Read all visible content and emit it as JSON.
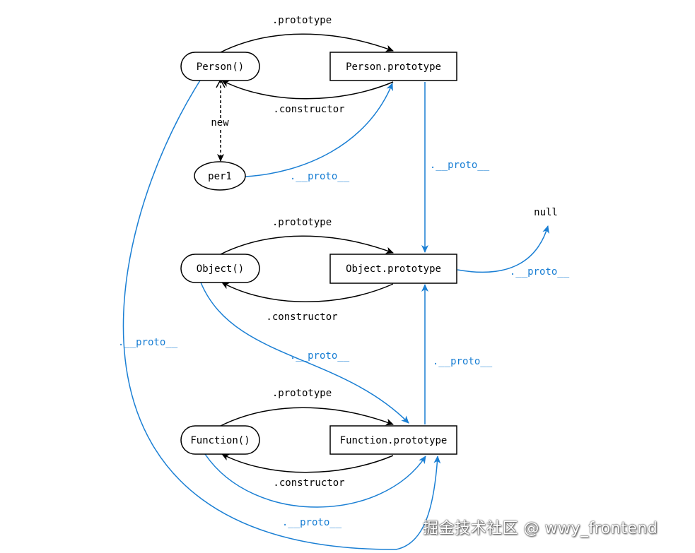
{
  "nodes": {
    "person_ctor": "Person()",
    "person_proto": "Person.prototype",
    "per1": "per1",
    "object_ctor": "Object()",
    "object_proto": "Object.prototype",
    "function_ctor": "Function()",
    "function_proto": "Function.prototype",
    "null_label": "null"
  },
  "edges": {
    "person_prototype": ".prototype",
    "person_constructor": ".constructor",
    "new_label": "new",
    "per1_proto": ".__proto__",
    "person_proto_proto": ".__proto__",
    "object_prototype": ".prototype",
    "object_constructor": ".constructor",
    "object_proto_null": ".__proto__",
    "object_ctor_proto": ".__proto__",
    "function_proto_proto": ".__proto__",
    "person_ctor_proto": ".__proto__",
    "function_prototype": ".prototype",
    "function_constructor": ".constructor",
    "function_ctor_proto": ".__proto__"
  },
  "watermark": "掘金技术社区 @ wwy_frontend",
  "colors": {
    "black": "#000000",
    "blue": "#1a7fd4"
  }
}
